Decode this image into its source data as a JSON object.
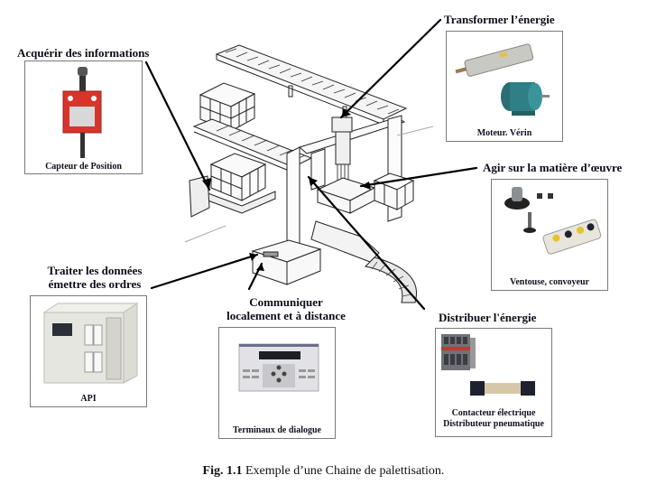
{
  "figure": {
    "caption_number": "Fig. 1.1",
    "caption_text": " Exemple d’une Chaine de palettisation."
  },
  "functions": [
    {
      "id": "acquire",
      "label": "Acquérir des informations",
      "component_caption": "Capteur de Position",
      "component": "position-sensor"
    },
    {
      "id": "transform",
      "label": "Transformer l’énergie",
      "component_caption": "Moteur. Vérin",
      "component": "motor-and-cylinder"
    },
    {
      "id": "act",
      "label": "Agir sur la matière d’œuvre",
      "component_caption": "Ventouse, convoyeur",
      "component": "suction-cup-and-conveyor"
    },
    {
      "id": "process",
      "label_line1": "Traiter les données",
      "label_line2": "émettre des ordres",
      "component_caption": "API",
      "component": "plc"
    },
    {
      "id": "communicate",
      "label_line1": "Communiquer",
      "label_line2": "localement et à distance",
      "component_caption": "Terminaux de dialogue",
      "component": "hmi-terminal"
    },
    {
      "id": "distribute",
      "label": "Distribuer l'énergie",
      "component_caption_line1": "Contacteur électrique",
      "component_caption_line2": "Distributeur pneumatique",
      "component": "contactor-and-valve"
    }
  ],
  "colors": {
    "sensor_red": "#d8342c",
    "motor_teal": "#2e7f86",
    "plc_body": "#e6e6e0",
    "valve_dark": "#1e2230",
    "conveyor_yellow": "#e8c22a"
  }
}
